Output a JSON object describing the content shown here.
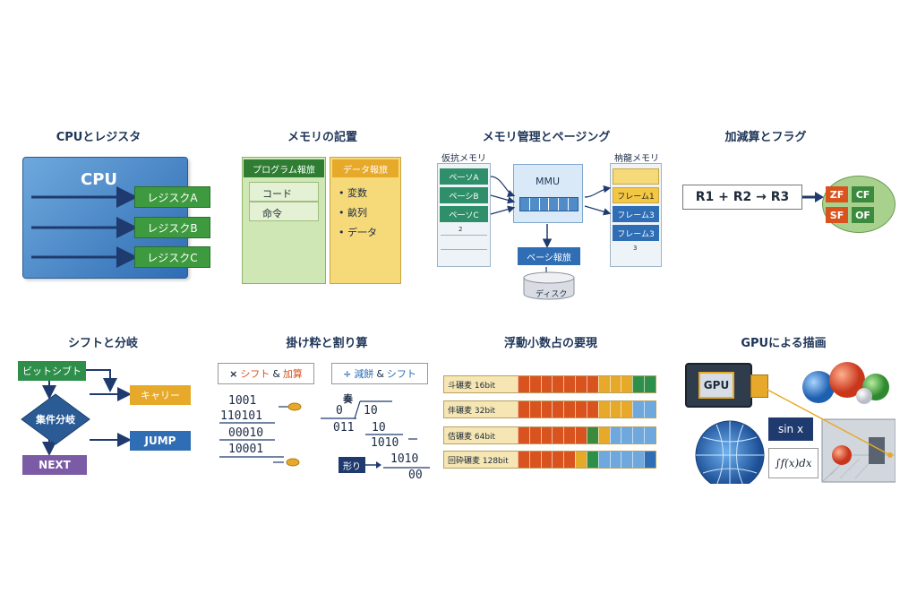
{
  "panels": {
    "cpu": {
      "title": "CPUとレジスタ",
      "cpu_label": "CPU",
      "registers": [
        "レジスクA",
        "レジスクB",
        "レジスクC"
      ]
    },
    "memory": {
      "title": "メモリの記置",
      "program_header": "プログラム報旅",
      "program_items": [
        "コード",
        "命令"
      ],
      "data_header": "データ報旅",
      "data_items": [
        "• 変数",
        "• 畝列",
        "• デ一タ"
      ]
    },
    "paging": {
      "title": "メモリ管理とページング",
      "virtual_label": "仮抗メモリ",
      "virtual_pages": [
        "ペ一ソA",
        "ペ一シB",
        "ペ一ソC"
      ],
      "virtual_num": "2",
      "physical_label": "枘龍メモリ",
      "frames": [
        "",
        "フレーム1",
        "フレーム3",
        "フレーム3"
      ],
      "physical_num": "3",
      "mmu_label": "MMU",
      "page_table_label": "ベーシ報旅",
      "disk_label": "ディスク"
    },
    "flags": {
      "title": "加減算とフラグ",
      "expression": "R1 + R2 → R3",
      "flags": [
        "ZF",
        "CF",
        "SF",
        "OF"
      ],
      "flag_colors": [
        "#d9531e",
        "#3b8a3e",
        "#d9531e",
        "#3b8a3e"
      ]
    },
    "shift": {
      "title": "シフトと分岐",
      "bitshift": "ビットシブト",
      "carry": "キャリー",
      "branch": "集件分岐",
      "jump": "JUMP",
      "next": "NEXT"
    },
    "muldiv": {
      "title": "掛け粋と割り算",
      "mul_header_symbol": "×",
      "mul_header_a": "シフト",
      "mul_header_amp": "&",
      "mul_header_b": "加算",
      "mul_rows": [
        "1001",
        "110101",
        "00010",
        "10001"
      ],
      "div_header_symbol": "÷",
      "div_header_a": "減餅",
      "div_header_amp": "&",
      "div_header_b": "シフト",
      "div_quot_label": "奏",
      "div_row1_left": "0",
      "div_row1_right": "10",
      "div_row2_left": "011",
      "div_row2_right": "10",
      "div_row3": "1010",
      "div_row4": "1010",
      "div_row5": "00",
      "remainder_label": "形り"
    },
    "float": {
      "title": "浮動小数占の要現",
      "rows": [
        "斗碾麦 16bit",
        "仹碾麦 32bit",
        "佶碾麦 64bit",
        "回砕碾麦 128bit"
      ]
    },
    "gpu": {
      "title": "GPUによる描画",
      "chip_label": "GPU",
      "sin_label": "sin x",
      "integral_label": "∫f(x)dx"
    }
  }
}
